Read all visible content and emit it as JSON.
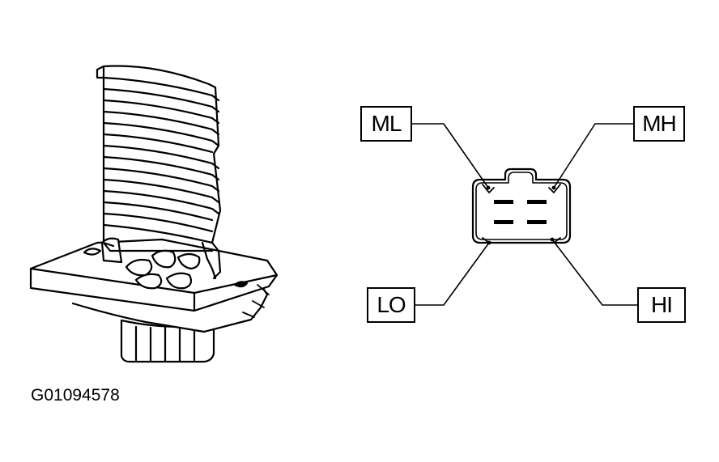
{
  "connector": {
    "pins": [
      {
        "id": "ml",
        "label": "ML"
      },
      {
        "id": "mh",
        "label": "MH"
      },
      {
        "id": "lo",
        "label": "LO"
      },
      {
        "id": "hi",
        "label": "HI"
      }
    ]
  },
  "figure_code": "G01094578",
  "colors": {
    "ink": "#000000",
    "background": "#ffffff"
  }
}
